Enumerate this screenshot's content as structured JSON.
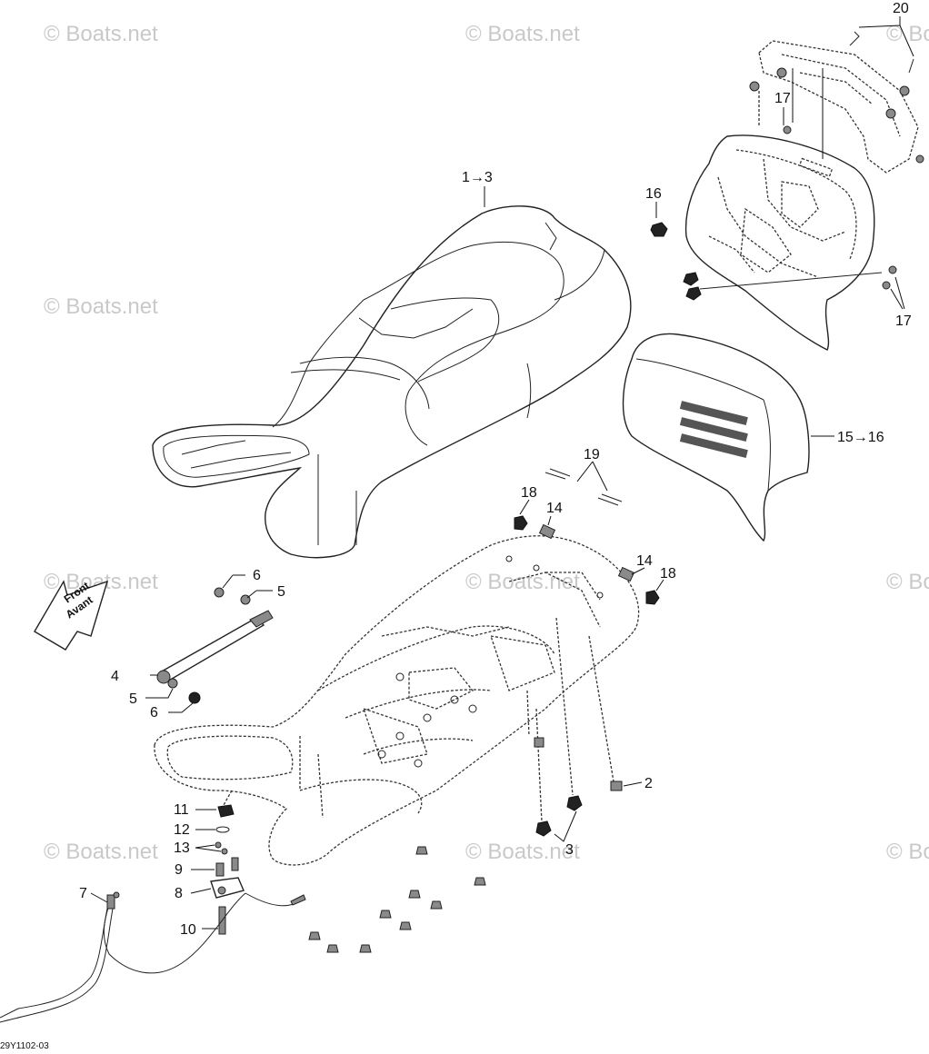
{
  "watermark": "© Boats.net",
  "callouts": {
    "seat": "1→3",
    "backrest": "15→16",
    "c20": "20",
    "c17a": "17",
    "c17b": "17",
    "c16": "16",
    "c19": "19",
    "c18a": "18",
    "c14a": "14",
    "c14b": "14",
    "c18b": "18",
    "c6a": "6",
    "c5a": "5",
    "c4": "4",
    "c5b": "5",
    "c6b": "6",
    "c2": "2",
    "c3": "3",
    "c11": "11",
    "c12": "12",
    "c13": "13",
    "c9": "9",
    "c8": "8",
    "c10": "10",
    "c7": "7"
  },
  "direction_arrow": {
    "line1": "Front",
    "line2": "Avant"
  },
  "figure_code": "29Y1102-03",
  "colors": {
    "ink": "#222222",
    "watermark": "#c9c9c9",
    "background": "#ffffff"
  }
}
